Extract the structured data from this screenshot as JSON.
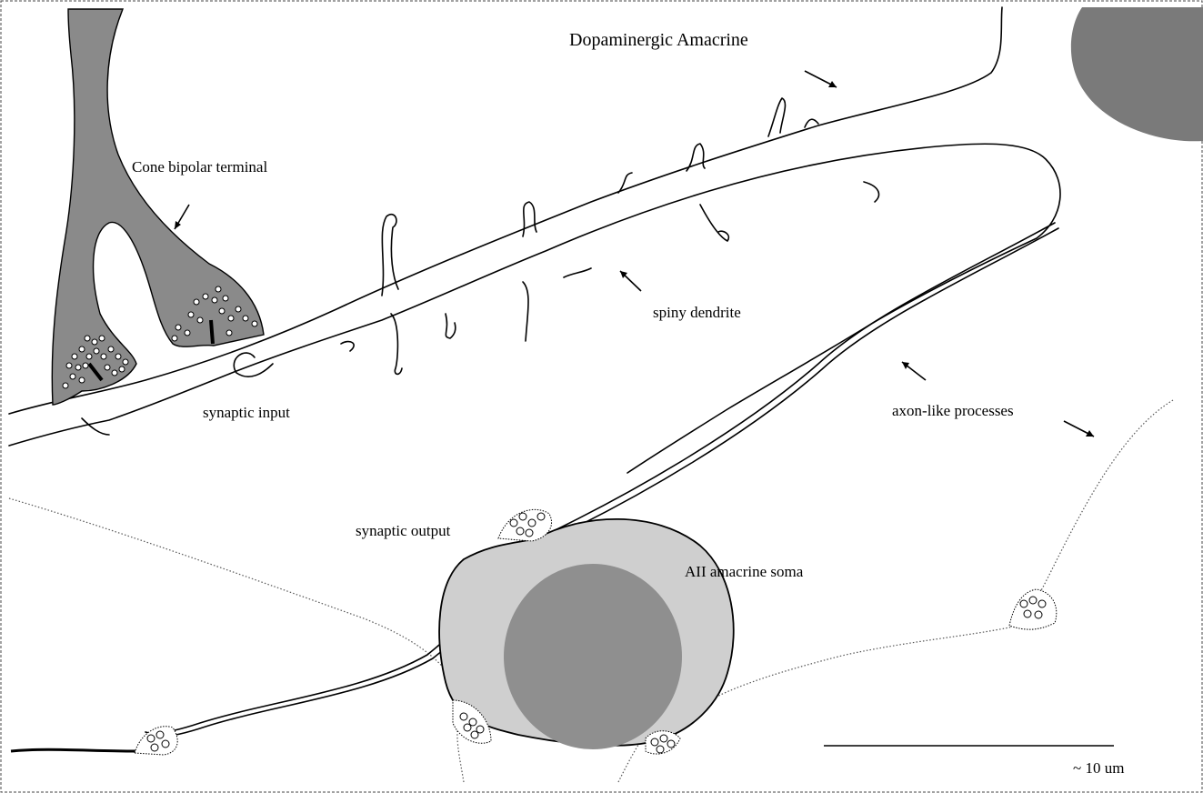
{
  "labels": {
    "dopaminergic": "Dopaminergic Amacrine",
    "cone_bipolar": "Cone bipolar terminal",
    "spiny_dendrite": "spiny dendrite",
    "synaptic_input": "synaptic input",
    "axon_like": "axon-like processes",
    "synaptic_output": "synaptic output",
    "aii_soma": "AII amacrine soma",
    "scale": "~ 10 um"
  },
  "colors": {
    "bipolar_fill": "#8a8a8a",
    "soma_fill": "#cfcfcf",
    "nucleus_fill": "#8f8f8f",
    "corner_blob": "#7a7a7a"
  }
}
